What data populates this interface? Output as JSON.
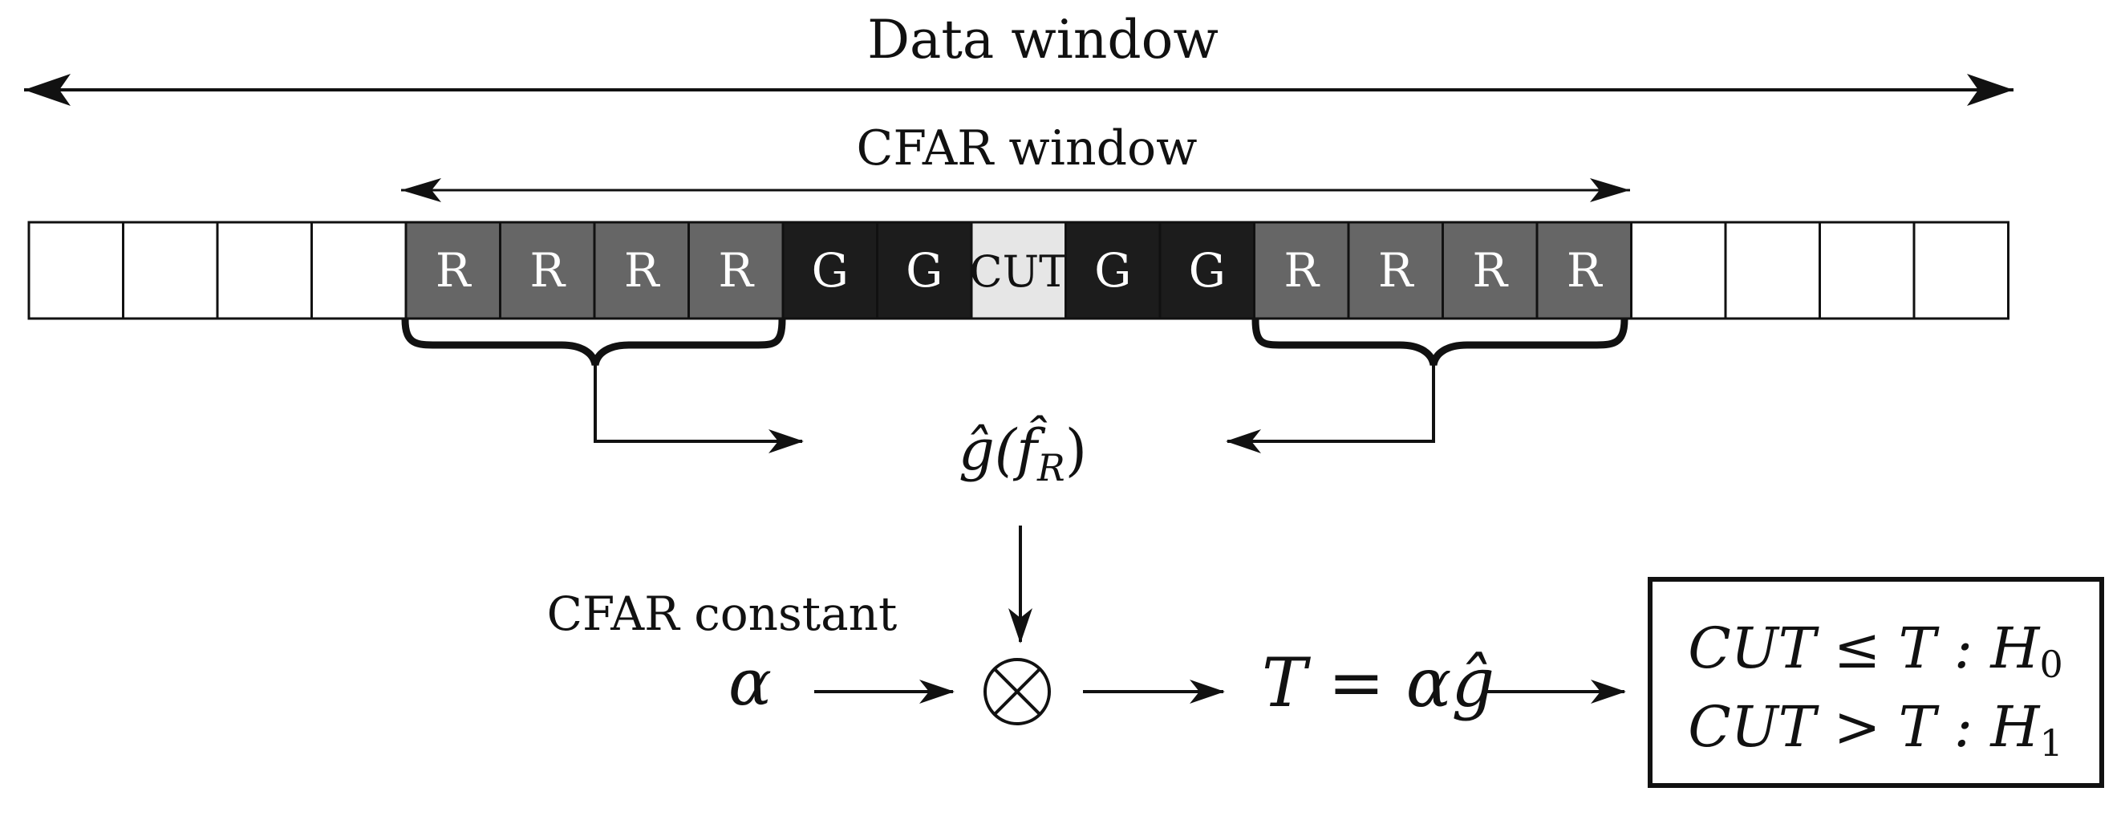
{
  "labels": {
    "data_window": "Data window",
    "cfar_window": "CFAR window",
    "cfar_constant": "CFAR constant"
  },
  "cells": [
    "",
    "",
    "",
    "",
    "R",
    "R",
    "R",
    "R",
    "G",
    "G",
    "CUT",
    "G",
    "G",
    "R",
    "R",
    "R",
    "R",
    "",
    "",
    "",
    ""
  ],
  "cell_types": [
    "empty",
    "empty",
    "empty",
    "empty",
    "reference",
    "reference",
    "reference",
    "reference",
    "guard",
    "guard",
    "cut",
    "guard",
    "guard",
    "reference",
    "reference",
    "reference",
    "reference",
    "empty",
    "empty",
    "empty",
    "empty"
  ],
  "colors": {
    "empty": "#ffffff",
    "reference": "#666666",
    "guard": "#1c1c1c",
    "cut": "#e6e6e6",
    "cell_text_dark": "#ffffff",
    "cell_text_light": "#111111",
    "stroke": "#111111"
  },
  "math": {
    "estimate_g": "ĝ(",
    "estimate_f": "f̂",
    "estimate_sub": "R",
    "estimate_close": ")",
    "alpha": "α",
    "threshold": "T = αĝ",
    "multiply_symbol": "⊗"
  },
  "decision": {
    "line1_lhs": "CUT ≤ T : H",
    "line1_sub": "0",
    "line2_lhs": "CUT > T : H",
    "line2_sub": "1"
  }
}
